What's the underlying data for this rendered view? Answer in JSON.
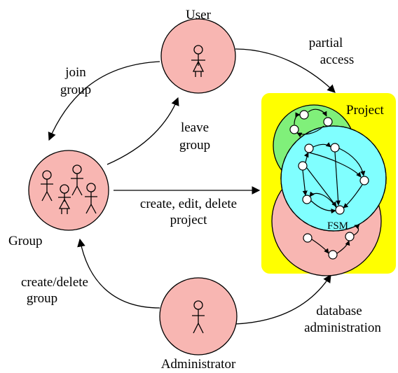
{
  "nodes": {
    "user": {
      "label": "User"
    },
    "group": {
      "label": "Group"
    },
    "administrator": {
      "label": "Administrator"
    },
    "project": {
      "label": "Project",
      "fsm_label": "FSM"
    }
  },
  "edges": {
    "join_group": [
      "join",
      "group"
    ],
    "leave_group": [
      "leave",
      "group"
    ],
    "partial_access": [
      "partial",
      "access"
    ],
    "create_project": [
      "create, edit, delete",
      "project"
    ],
    "create_delete_group": [
      "create/delete",
      "group"
    ],
    "database_admin": [
      "database",
      "administration"
    ]
  },
  "colors": {
    "actor_fill": "#f8b6b2",
    "project_bg": "#ffff00",
    "fsm_green": "#80f07a",
    "fsm_cyan": "#80ffff",
    "fsm_pink": "#f8b6b2"
  }
}
